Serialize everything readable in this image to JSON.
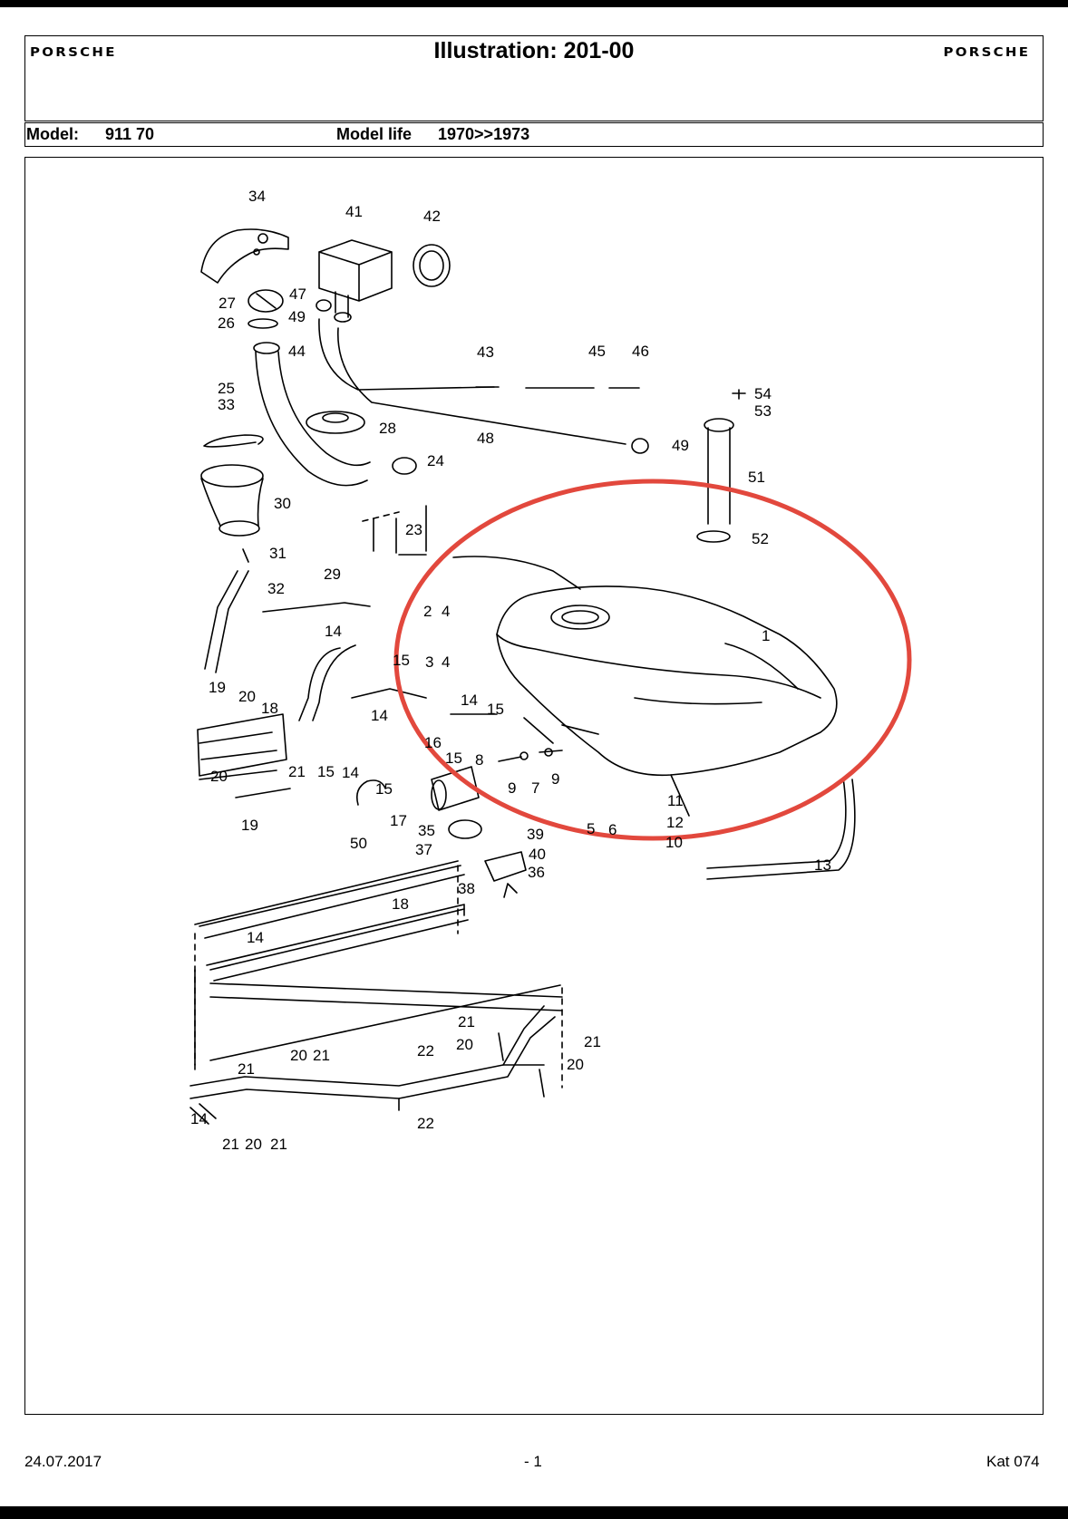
{
  "header": {
    "brand_left": "PORSCHE",
    "title": "Illustration: 201-00",
    "brand_right": "PORSCHE"
  },
  "model_row": {
    "model_label": "Model:",
    "model_value": "911 70",
    "life_label": "Model life",
    "life_value": "1970>>1973"
  },
  "diagram": {
    "highlight_color": "#e2483d",
    "labels": [
      "34",
      "41",
      "42",
      "27",
      "47",
      "49",
      "26",
      "44",
      "43",
      "45",
      "46",
      "54",
      "53",
      "25",
      "33",
      "28",
      "48",
      "49",
      "51",
      "24",
      "30",
      "23",
      "52",
      "31",
      "32",
      "29",
      "2",
      "4",
      "14",
      "15",
      "3",
      "4",
      "1",
      "19",
      "20",
      "18",
      "14",
      "15",
      "16",
      "15",
      "14",
      "21",
      "15",
      "14",
      "15",
      "8",
      "9",
      "7",
      "9",
      "20",
      "11",
      "19",
      "50",
      "17",
      "35",
      "5",
      "6",
      "12",
      "39",
      "37",
      "40",
      "10",
      "13",
      "36",
      "38",
      "18",
      "14",
      "21",
      "20",
      "21",
      "22",
      "20",
      "21",
      "20",
      "21",
      "14",
      "21",
      "20",
      "21",
      "22"
    ]
  },
  "footer": {
    "date": "24.07.2017",
    "page": "- 1",
    "catalog": "Kat 074"
  }
}
